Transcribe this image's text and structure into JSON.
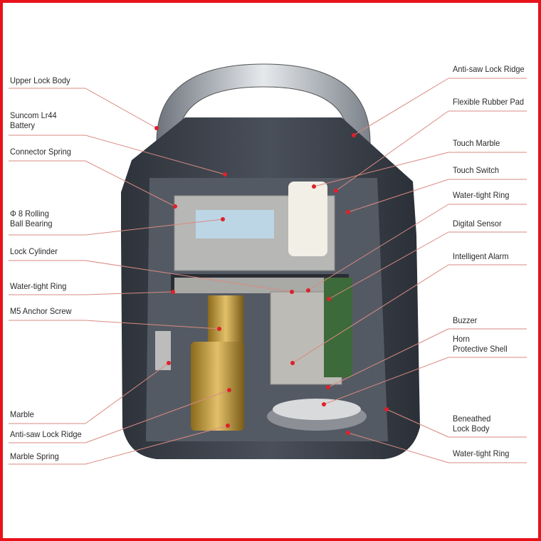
{
  "left_labels": [
    "Upper Lock Body",
    "Suncom Lr44\nBattery",
    "Connector Spring",
    "Φ 8 Rolling\nBall Bearing",
    "Lock Cylinder",
    "Water-tight Ring",
    "M5 Anchor Screw",
    "Marble",
    "Anti-saw Lock Ridge",
    "Marble Spring"
  ],
  "right_labels": [
    "Anti-saw Lock Ridge",
    "Flexible Rubber Pad",
    "Touch Marble",
    "Touch Switch",
    "Water-tight Ring",
    "Digital Sensor",
    "Intelligent Alarm",
    "Buzzer",
    "Horn\nProtective Shell",
    "Beneathed\nLock Body",
    "Water-tight Ring"
  ],
  "colors": {
    "border": "#e8121a",
    "leader": "#d98a80",
    "dot": "#e0202a",
    "body": "#3a3f48"
  }
}
